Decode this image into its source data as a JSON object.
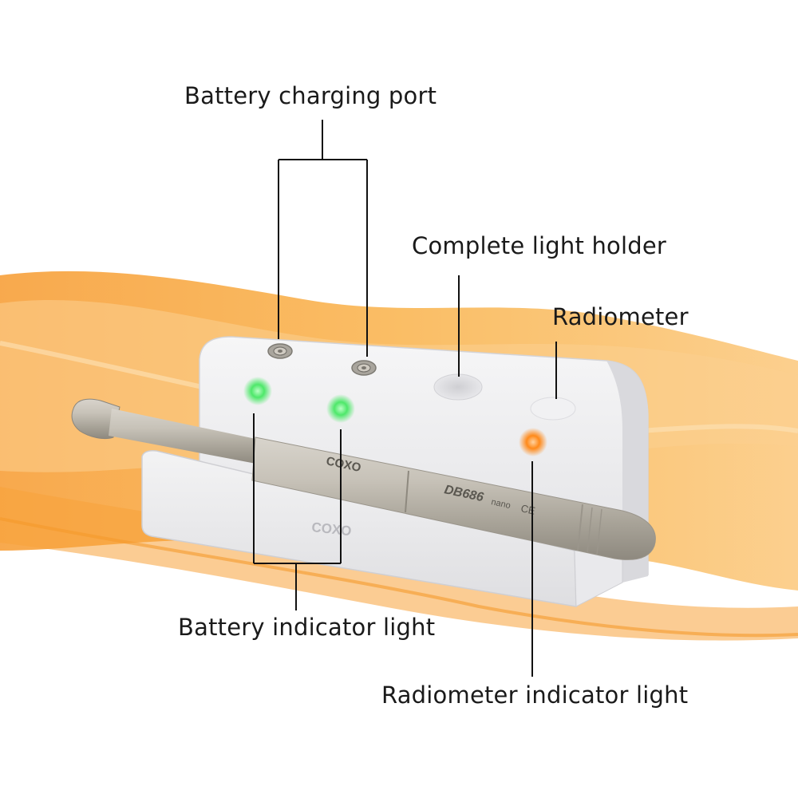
{
  "labels": {
    "battery_charging_port": "Battery charging port",
    "complete_light_holder": "Complete light holder",
    "radiometer": "Radiometer",
    "battery_indicator_light": "Battery indicator light",
    "radiometer_indicator_light": "Radiometer indicator light"
  },
  "device": {
    "brand_base": "COXO",
    "brand_pen": "COXO",
    "model": "DB686",
    "model_suffix": "nano",
    "mark": "CE"
  },
  "colors": {
    "background": "#ffffff",
    "wave": "#f7a23a",
    "wave_light": "#fcd49a",
    "base_body": "#ececee",
    "pen_metal": "#b9b4ab",
    "battery_led": "#4ee86a",
    "radiometer_led": "#ff8a1a",
    "leader_line": "#111111"
  },
  "icons": {
    "battery_led": "green-led-icon",
    "radiometer_led": "orange-led-icon",
    "charging_port": "charging-port-icon"
  }
}
